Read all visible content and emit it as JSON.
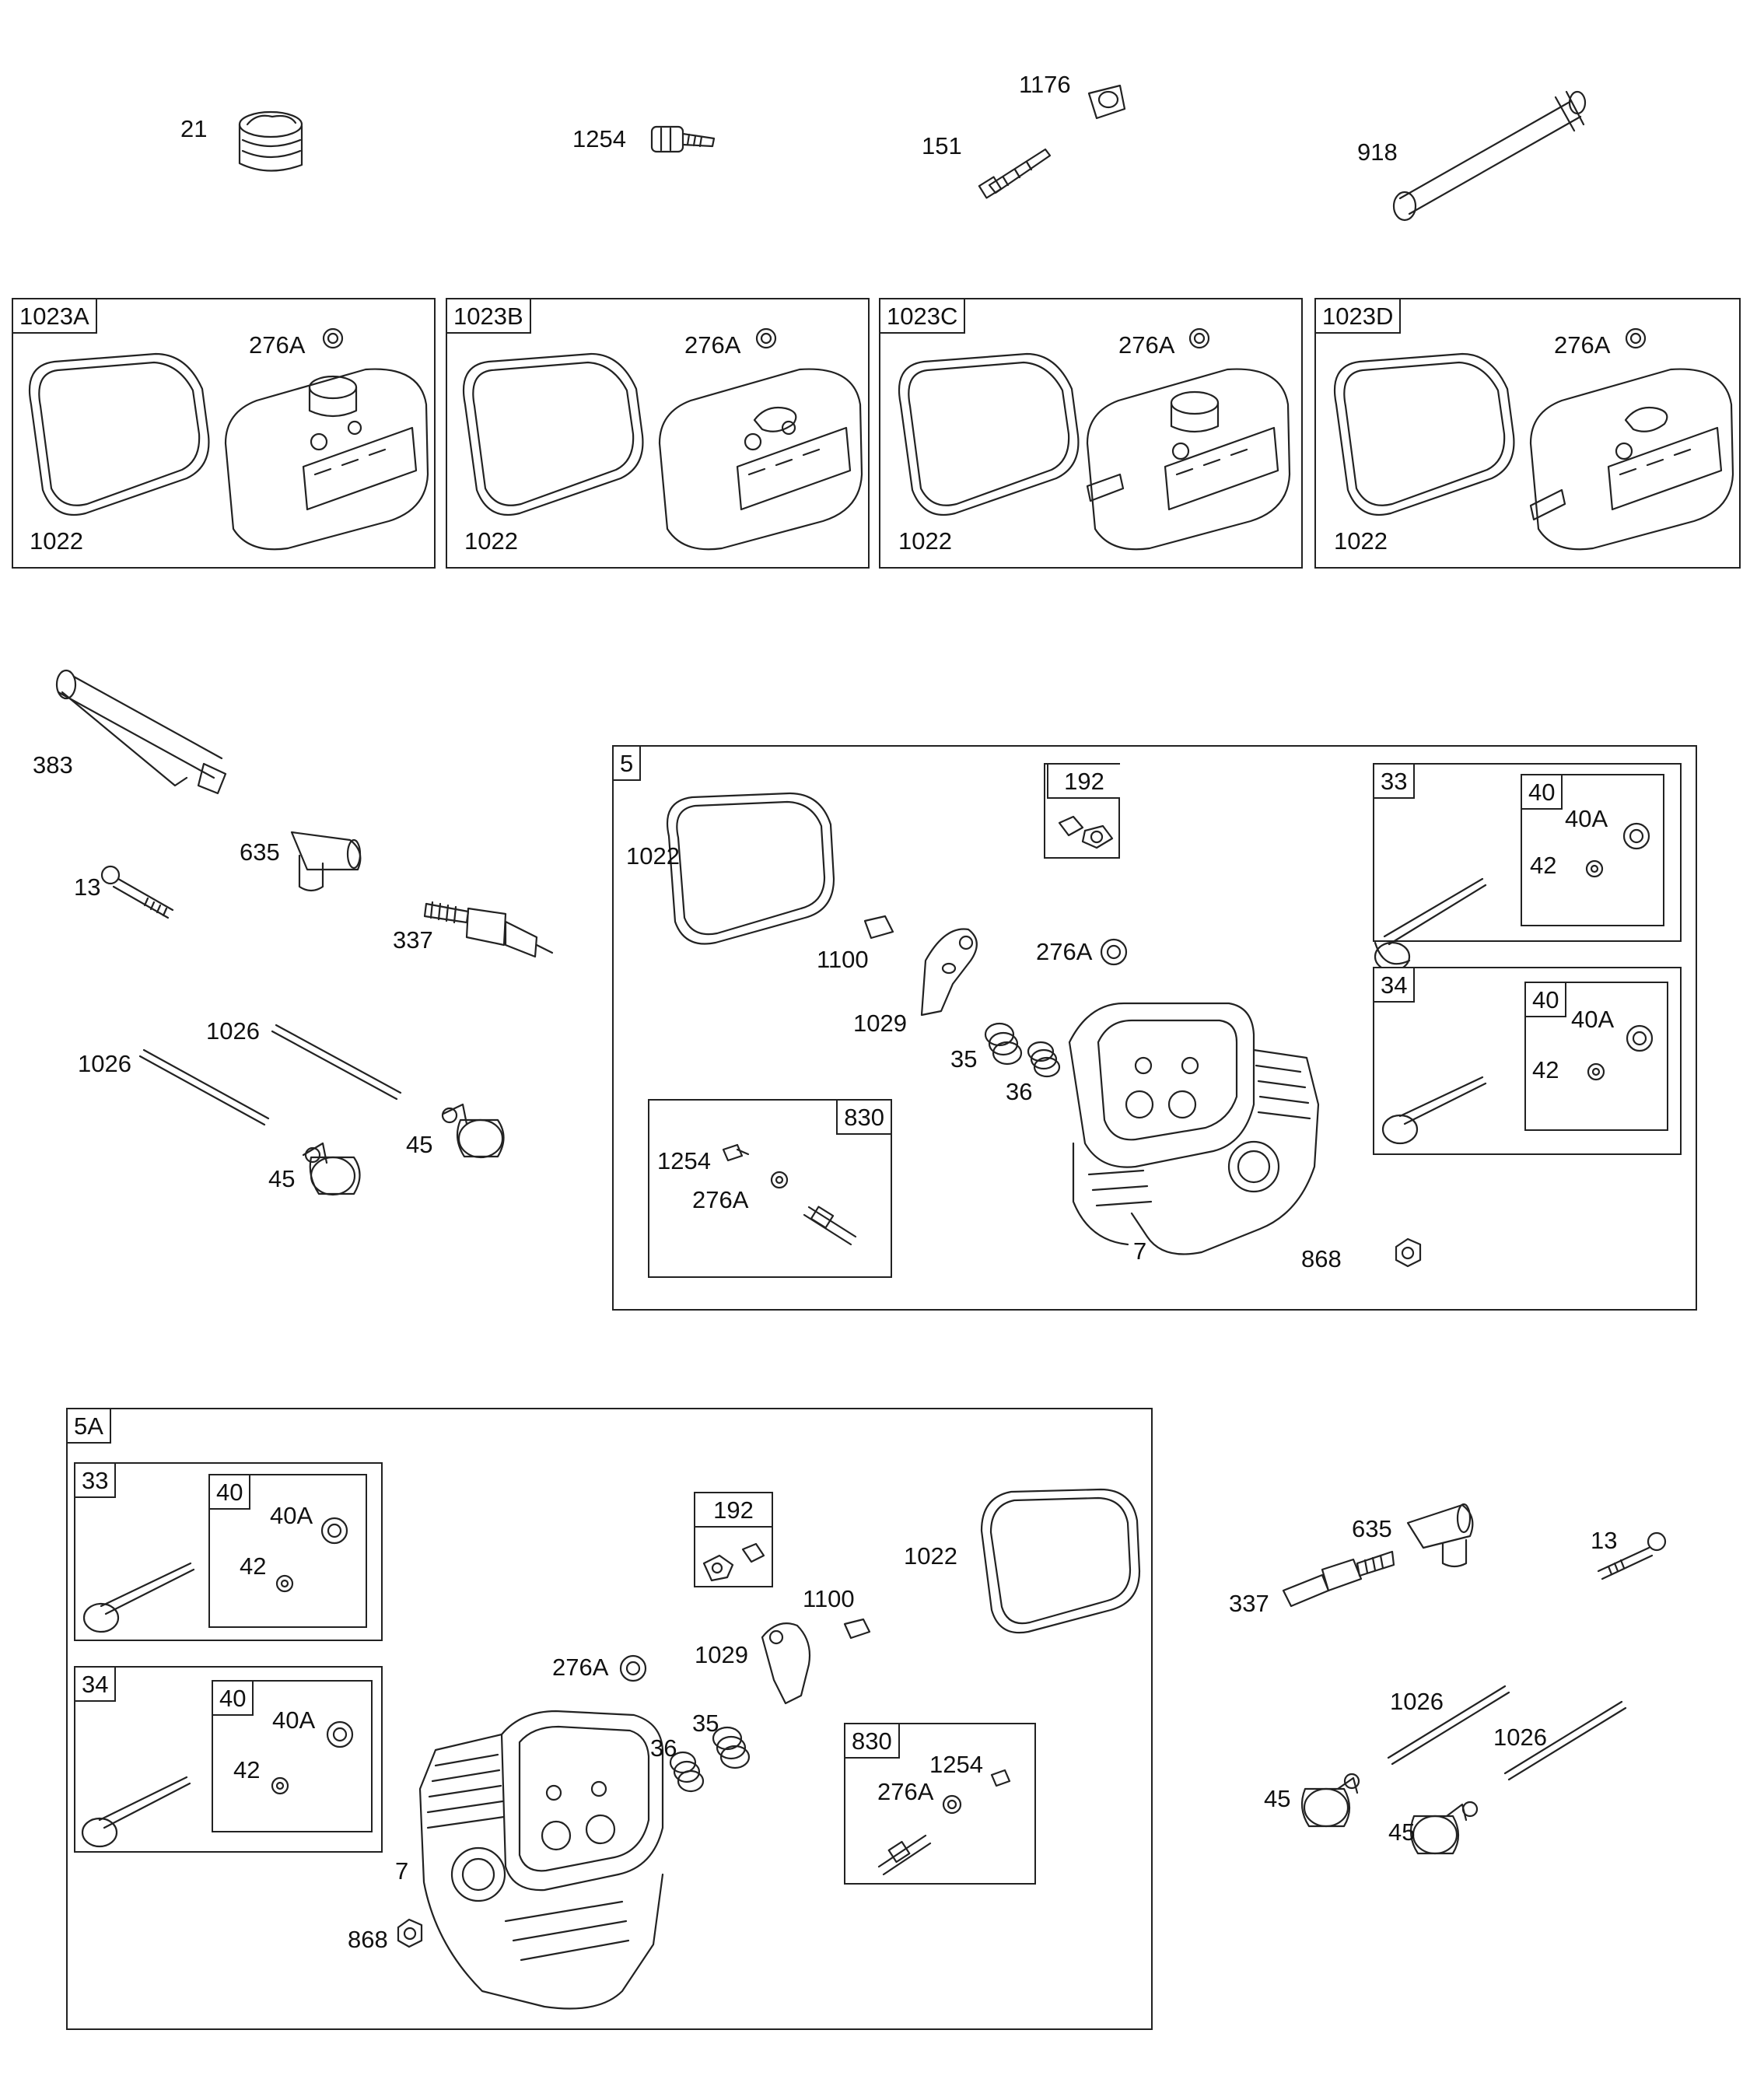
{
  "diagram": {
    "top_parts": [
      "21",
      "1254",
      "1176",
      "151",
      "918"
    ],
    "cover_kits": [
      {
        "kit": "1023A",
        "washer": "276A",
        "gasket": "1022"
      },
      {
        "kit": "1023B",
        "washer": "276A",
        "gasket": "1022"
      },
      {
        "kit": "1023C",
        "washer": "276A",
        "gasket": "1022"
      },
      {
        "kit": "1023D",
        "washer": "276A",
        "gasket": "1022"
      }
    ],
    "left_parts": {
      "tube": "383",
      "boot": "635",
      "bolt": "13",
      "plug": "337",
      "rod_a": "1026",
      "rod_b": "1026",
      "tappet_a": "45",
      "tappet_b": "45"
    },
    "head_5": {
      "tag": "5",
      "gasket": "1022",
      "nut_kit": "192",
      "guide": "1100",
      "washer": "276A",
      "rocker": "1029",
      "spring_a": "35",
      "spring_b": "36",
      "head": "7",
      "nut": "868",
      "stud_kit": {
        "tag": "830",
        "screw": "1254",
        "washer": "276A"
      },
      "valve_33": {
        "tag": "33",
        "keeper_kit": "40",
        "retainer": "40A",
        "keeper": "42"
      },
      "valve_34": {
        "tag": "34",
        "keeper_kit": "40",
        "retainer": "40A",
        "keeper": "42"
      }
    },
    "head_5a": {
      "tag": "5A",
      "gasket": "1022",
      "nut_kit": "192",
      "guide": "1100",
      "washer": "276A",
      "rocker": "1029",
      "spring_a": "35",
      "spring_b": "36",
      "head": "7",
      "nut": "868",
      "stud_kit": {
        "tag": "830",
        "screw": "1254",
        "washer": "276A"
      },
      "valve_33": {
        "tag": "33",
        "keeper_kit": "40",
        "retainer": "40A",
        "keeper": "42"
      },
      "valve_34": {
        "tag": "34",
        "keeper_kit": "40",
        "retainer": "40A",
        "keeper": "42"
      }
    },
    "right_parts": {
      "boot": "635",
      "bolt": "13",
      "plug": "337",
      "rod_a": "1026",
      "rod_b": "1026",
      "tappet_a": "45",
      "tappet_b": "45"
    }
  }
}
